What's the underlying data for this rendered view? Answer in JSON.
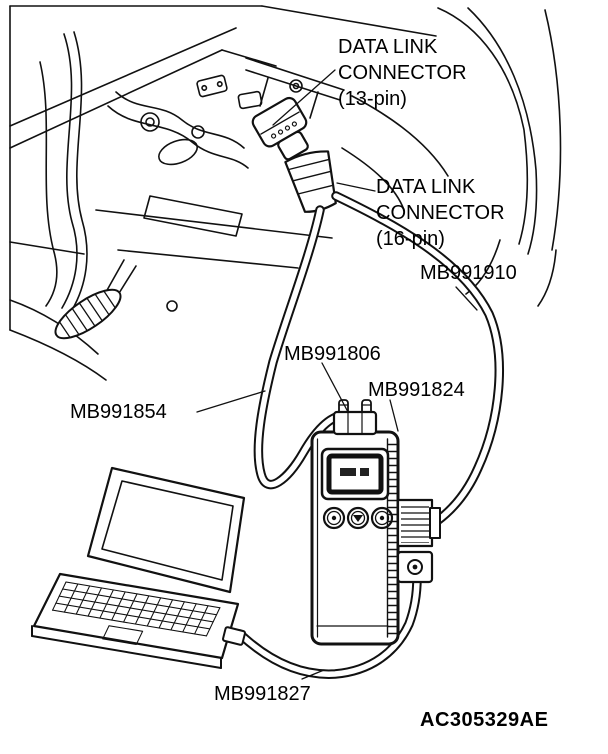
{
  "figure": {
    "code": "AC305329AE",
    "connector_labels": {
      "dlc13": {
        "line1": "DATA LINK",
        "line2": "CONNECTOR",
        "line3": "(13-pin)"
      },
      "dlc16": {
        "line1": "DATA LINK",
        "line2": "CONNECTOR",
        "line3": "(16-pin)"
      }
    },
    "part_numbers": {
      "mb991910": "MB991910",
      "mb991806": "MB991806",
      "mb991824": "MB991824",
      "mb991854": "MB991854",
      "mb991827": "MB991827"
    }
  }
}
